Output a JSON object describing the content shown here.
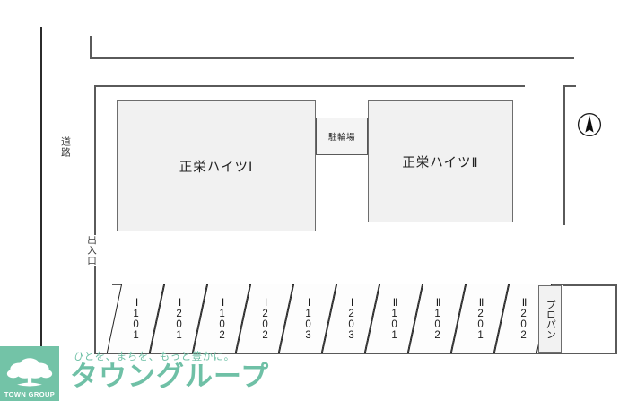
{
  "site_plan": {
    "road": {
      "label": "道路"
    },
    "entrance": {
      "label": "出入口"
    },
    "compass": {
      "name": "north-arrow"
    },
    "buildings": [
      {
        "id": "bldg-1",
        "name": "正栄ハイツⅠ"
      },
      {
        "id": "bldg-2",
        "name": "正栄ハイツⅡ"
      }
    ],
    "bicycle_parking": {
      "label": "駐輪場"
    },
    "parking_slots": [
      {
        "building": "Ⅰ",
        "unit": "101",
        "label": "Ⅰ101"
      },
      {
        "building": "Ⅰ",
        "unit": "201",
        "label": "Ⅰ201"
      },
      {
        "building": "Ⅰ",
        "unit": "102",
        "label": "Ⅰ102"
      },
      {
        "building": "Ⅰ",
        "unit": "202",
        "label": "Ⅰ202"
      },
      {
        "building": "Ⅰ",
        "unit": "103",
        "label": "Ⅰ103"
      },
      {
        "building": "Ⅰ",
        "unit": "203",
        "label": "Ⅰ203"
      },
      {
        "building": "Ⅱ",
        "unit": "101",
        "label": "Ⅱ101"
      },
      {
        "building": "Ⅱ",
        "unit": "102",
        "label": "Ⅱ102"
      },
      {
        "building": "Ⅱ",
        "unit": "201",
        "label": "Ⅱ201"
      },
      {
        "building": "Ⅱ",
        "unit": "202",
        "label": "Ⅱ202"
      }
    ],
    "propane": {
      "label": "プロパン"
    }
  },
  "footer": {
    "badge_text": "TOWN GROUP",
    "tagline": "ひとを、まちを、もっと豊かに。",
    "brand_jp": "タウングループ",
    "brand_color": "#6fc0a6",
    "badge_color": "#73c3a7"
  }
}
